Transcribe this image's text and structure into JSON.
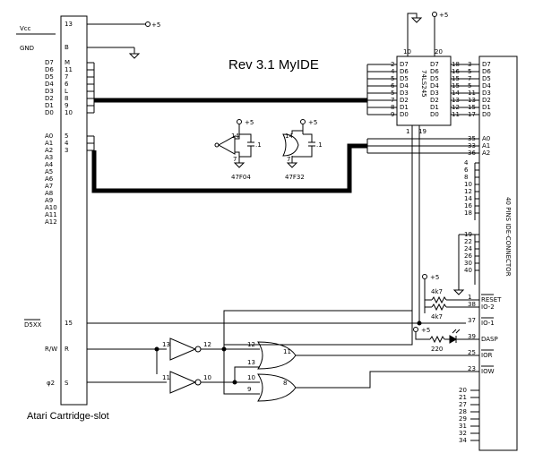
{
  "title": "Rev 3.1 MyIDE",
  "caption": "Atari Cartridge-slot",
  "power_label": "+5",
  "cart": {
    "top_left": [
      {
        "name": "Vcc",
        "pin": "13"
      },
      {
        "name": "GND",
        "pin": "B"
      }
    ],
    "data": [
      {
        "name": "D7",
        "pin": "M"
      },
      {
        "name": "D6",
        "pin": "11"
      },
      {
        "name": "D5",
        "pin": "7"
      },
      {
        "name": "D4",
        "pin": "6"
      },
      {
        "name": "D3",
        "pin": "L"
      },
      {
        "name": "D2",
        "pin": "8"
      },
      {
        "name": "D1",
        "pin": "9"
      },
      {
        "name": "D0",
        "pin": "10"
      }
    ],
    "addr": [
      {
        "name": "A0",
        "pin": "5"
      },
      {
        "name": "A1",
        "pin": "4"
      },
      {
        "name": "A2",
        "pin": "3"
      },
      {
        "name": "A3",
        "pin": ""
      },
      {
        "name": "A4",
        "pin": ""
      },
      {
        "name": "A5",
        "pin": ""
      },
      {
        "name": "A6",
        "pin": ""
      },
      {
        "name": "A7",
        "pin": ""
      },
      {
        "name": "A8",
        "pin": ""
      },
      {
        "name": "A9",
        "pin": ""
      },
      {
        "name": "A10",
        "pin": ""
      },
      {
        "name": "A11",
        "pin": ""
      },
      {
        "name": "A12",
        "pin": ""
      }
    ],
    "ctrl": [
      {
        "name": "D5XX",
        "pin": "15"
      },
      {
        "name": "R/W",
        "pin": "R"
      },
      {
        "name": "φ2",
        "pin": "S"
      }
    ]
  },
  "chip_245": {
    "name": "74LS245",
    "top_pins": [
      "10",
      "20"
    ],
    "bottom_pins": [
      "1",
      "19"
    ],
    "left": [
      {
        "pin": "2",
        "name": "D7"
      },
      {
        "pin": "4",
        "name": "D6"
      },
      {
        "pin": "5",
        "name": "D5"
      },
      {
        "pin": "6",
        "name": "D4"
      },
      {
        "pin": "5",
        "name": "D3"
      },
      {
        "pin": "7",
        "name": "D2"
      },
      {
        "pin": "8",
        "name": "D1"
      },
      {
        "pin": "9",
        "name": "D0"
      }
    ],
    "right": [
      {
        "pin": "18",
        "name": "D7"
      },
      {
        "pin": "16",
        "name": "D6"
      },
      {
        "pin": "15",
        "name": "D5"
      },
      {
        "pin": "15",
        "name": "D4"
      },
      {
        "pin": "14",
        "name": "D3"
      },
      {
        "pin": "13",
        "name": "D2"
      },
      {
        "pin": "12",
        "name": "D1"
      },
      {
        "pin": "11",
        "name": "D0"
      }
    ]
  },
  "ide": {
    "name": "40 PINS IDE-CONNECTOR",
    "data": [
      {
        "pin": "3",
        "name": "D7"
      },
      {
        "pin": "5",
        "name": "D6"
      },
      {
        "pin": "7",
        "name": "D5"
      },
      {
        "pin": "5",
        "name": "D4"
      },
      {
        "pin": "11",
        "name": "D3"
      },
      {
        "pin": "13",
        "name": "D2"
      },
      {
        "pin": "15",
        "name": "D1"
      },
      {
        "pin": "17",
        "name": "D0"
      }
    ],
    "addr": [
      {
        "pin": "35",
        "name": "A0"
      },
      {
        "pin": "33",
        "name": "A1"
      },
      {
        "pin": "36",
        "name": "A2"
      }
    ],
    "gnd_pins": [
      "4",
      "6",
      "8",
      "10",
      "12",
      "14",
      "16",
      "18",
      "19",
      "22",
      "24",
      "26",
      "30",
      "40"
    ],
    "ctrl": [
      {
        "pin": "1",
        "name": "RESET"
      },
      {
        "pin": "38",
        "name": "IO-2"
      },
      {
        "pin": "37",
        "name": "IO-1"
      },
      {
        "pin": "39",
        "name": "DASP"
      },
      {
        "pin": "25",
        "name": "IOR"
      },
      {
        "pin": "23",
        "name": "IOW"
      }
    ],
    "nc_pins": [
      "20",
      "21",
      "27",
      "28",
      "29",
      "31",
      "32",
      "34"
    ]
  },
  "resistors": [
    {
      "label": "4k7"
    },
    {
      "label": "4k7"
    },
    {
      "label": "220"
    }
  ],
  "chips": {
    "inverter": {
      "label": "47F04",
      "pin_vcc": "14",
      "pin_gnd": "7",
      "cap": ".1"
    },
    "nand": {
      "label": "47F32",
      "pin_vcc": "14",
      "pin_gnd": "7",
      "cap": ".1"
    }
  },
  "gates": {
    "inv_a": {
      "in": "13",
      "out": "12"
    },
    "inv_b": {
      "in": "11",
      "out": "10"
    },
    "or_a": {
      "in1": "12",
      "in2": "13",
      "out": "11"
    },
    "or_b": {
      "in1": "10",
      "in2": "9",
      "out": "8"
    }
  }
}
